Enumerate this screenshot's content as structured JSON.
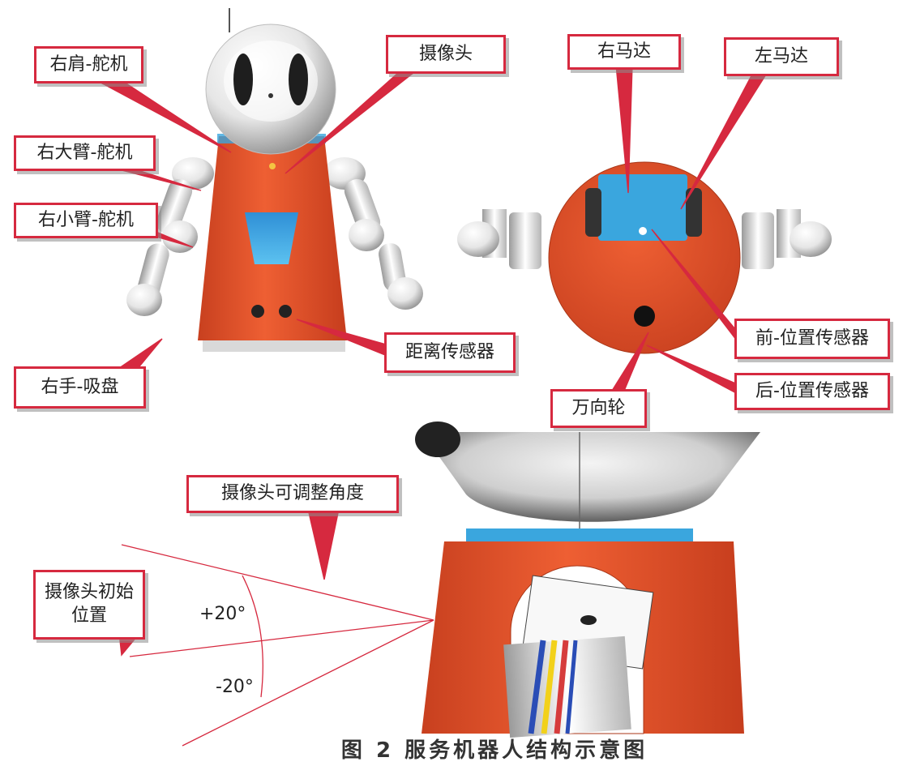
{
  "labels": {
    "right_shoulder_servo": "右肩-舵机",
    "camera": "摄像头",
    "right_upper_arm_servo": "右大臂-舵机",
    "right_forearm_servo": "右小臂-舵机",
    "right_hand_suction": "右手-吸盘",
    "distance_sensor": "距离传感器",
    "right_motor": "右马达",
    "left_motor": "左马达",
    "front_position_sensor": "前-位置传感器",
    "rear_position_sensor": "后-位置传感器",
    "universal_wheel": "万向轮",
    "camera_adjustable_angle": "摄像头可调整角度",
    "camera_initial_position": "摄像头初始\n位置"
  },
  "angles": {
    "plus": "+20°",
    "minus": "-20°"
  },
  "caption": "图 2 服务机器人结构示意图",
  "colors": {
    "body": "#e8542e",
    "callout": "#d6293f",
    "accent_blue": "#3aa6de"
  }
}
